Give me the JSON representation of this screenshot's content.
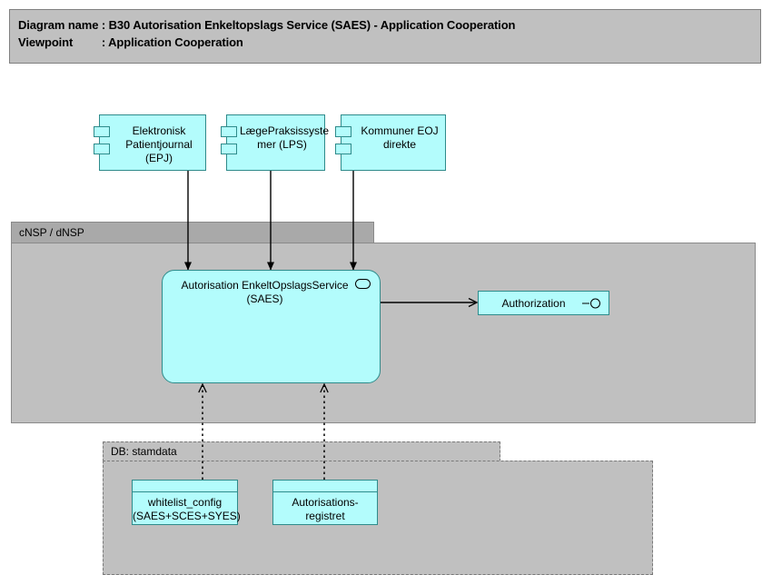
{
  "header": {
    "line1": "Diagram name : B30 Autorisation Enkeltopslags Service (SAES) - Application Cooperation",
    "line2": "Viewpoint         : Application Cooperation"
  },
  "colors": {
    "element_fill": "#b3fcfc",
    "element_border": "#2e8b8b",
    "group_body": "#c0c0c0",
    "group_tab": "#a9a9a9",
    "group_border": "#8a8a8a",
    "header_fill": "#c0c0c0",
    "connector": "#000000",
    "canvas": "#ffffff"
  },
  "components": [
    {
      "id": "epj",
      "name": "Elektronisk Patientjournal (EPJ)",
      "label": "Elektronisk\nPatientjournal\n(EPJ)",
      "type": "application-component"
    },
    {
      "id": "lps",
      "name": "LægePraksissystemer (LPS)",
      "label": "LægePraksissyste\nmer (LPS)",
      "type": "application-component"
    },
    {
      "id": "kommuner",
      "name": "Kommuner EOJ direkte",
      "label": "Kommuner EOJ\ndirekte",
      "type": "application-component"
    }
  ],
  "groups": [
    {
      "id": "cnsp",
      "label": "cNSP / dNSP",
      "style": "solid"
    },
    {
      "id": "stamdata",
      "label": "DB: stamdata",
      "style": "dashed"
    }
  ],
  "service": {
    "id": "saes",
    "label": "Autorisation EnkeltOpslagsService\n(SAES)",
    "name": "Autorisation EnkeltOpslagsService (SAES)",
    "type": "application-service",
    "badge": "rounded-rect-icon"
  },
  "interface": {
    "id": "authorization",
    "label": "Authorization",
    "type": "application-interface",
    "badge": "lollipop-icon"
  },
  "data_objects": [
    {
      "id": "whitelist",
      "label": "whitelist_config\n(SAES+SCES+SYES)",
      "name": "whitelist_config (SAES+SCES+SYES)",
      "type": "data-object"
    },
    {
      "id": "autoreg",
      "label": "Autorisations-\nregistret",
      "name": "Autorisationsregistret",
      "type": "data-object"
    }
  ],
  "connections": [
    {
      "id": "epj-saes",
      "from": "epj",
      "to": "saes",
      "style": "solid",
      "arrow": "filled"
    },
    {
      "id": "lps-saes",
      "from": "lps",
      "to": "saes",
      "style": "solid",
      "arrow": "filled"
    },
    {
      "id": "kommuner-saes",
      "from": "kommuner",
      "to": "saes",
      "style": "solid",
      "arrow": "filled"
    },
    {
      "id": "saes-authorization",
      "from": "saes",
      "to": "authorization",
      "style": "solid",
      "arrow": "open"
    },
    {
      "id": "whitelist-saes",
      "from": "whitelist",
      "to": "saes",
      "style": "dotted",
      "arrow": "open"
    },
    {
      "id": "autoreg-saes",
      "from": "autoreg",
      "to": "saes",
      "style": "dotted",
      "arrow": "open"
    }
  ]
}
